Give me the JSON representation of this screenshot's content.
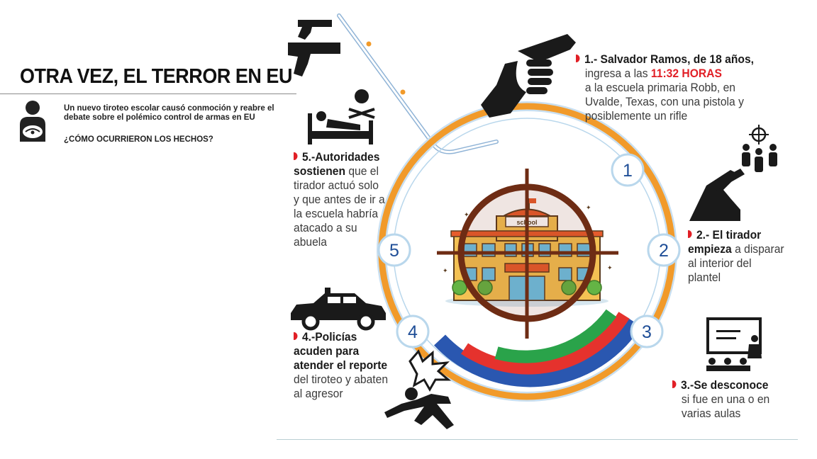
{
  "header": {
    "title": "OTRA VEZ, EL TERROR EN EU",
    "subtitle": "Un nuevo tiroteo escolar causó conmoción y reabre el debate sobre el polémico control de armas en EU",
    "question": "¿CÓMO OCURRIERON LOS HECHOS?"
  },
  "diagram": {
    "school_sign": "school",
    "nodes": [
      "1",
      "2",
      "3",
      "4",
      "5"
    ],
    "colors": {
      "ring": "#f19a2a",
      "node_text": "#1f4e97",
      "accent": "#e11f26",
      "green": "#2aa34a",
      "red": "#e5322d",
      "blue": "#2a57b0"
    }
  },
  "steps": [
    {
      "lead": "1.- Salvador Ramos, de 18 años,",
      "pre": "ingresa a las ",
      "highlight": "11:32 HORAS",
      "post": "a la escuela primaria Robb, en Uvalde, Texas, con una pistola y posiblemente un rifle"
    },
    {
      "lead": "2.- El tirador empieza",
      "text": " a disparar al interior del plantel"
    },
    {
      "lead": "3.-Se desconoce",
      "text": "si fue en una o en varias aulas"
    },
    {
      "lead": "4.-Policías acuden para atender el reporte",
      "text": " del tiroteo y abaten al agresor"
    },
    {
      "lead": "5.-Autoridades sostienen",
      "text": " que el tirador actuó solo y que antes de ir a la escuela habría atacado a su abuela"
    }
  ],
  "icons": [
    "reader-icon",
    "handguns-icon",
    "hand-pistol-icon",
    "bed-skull-icon",
    "crosshair-people-icon",
    "shooting-hand-icon",
    "classroom-icon",
    "police-car-icon",
    "falling-person-icon"
  ]
}
